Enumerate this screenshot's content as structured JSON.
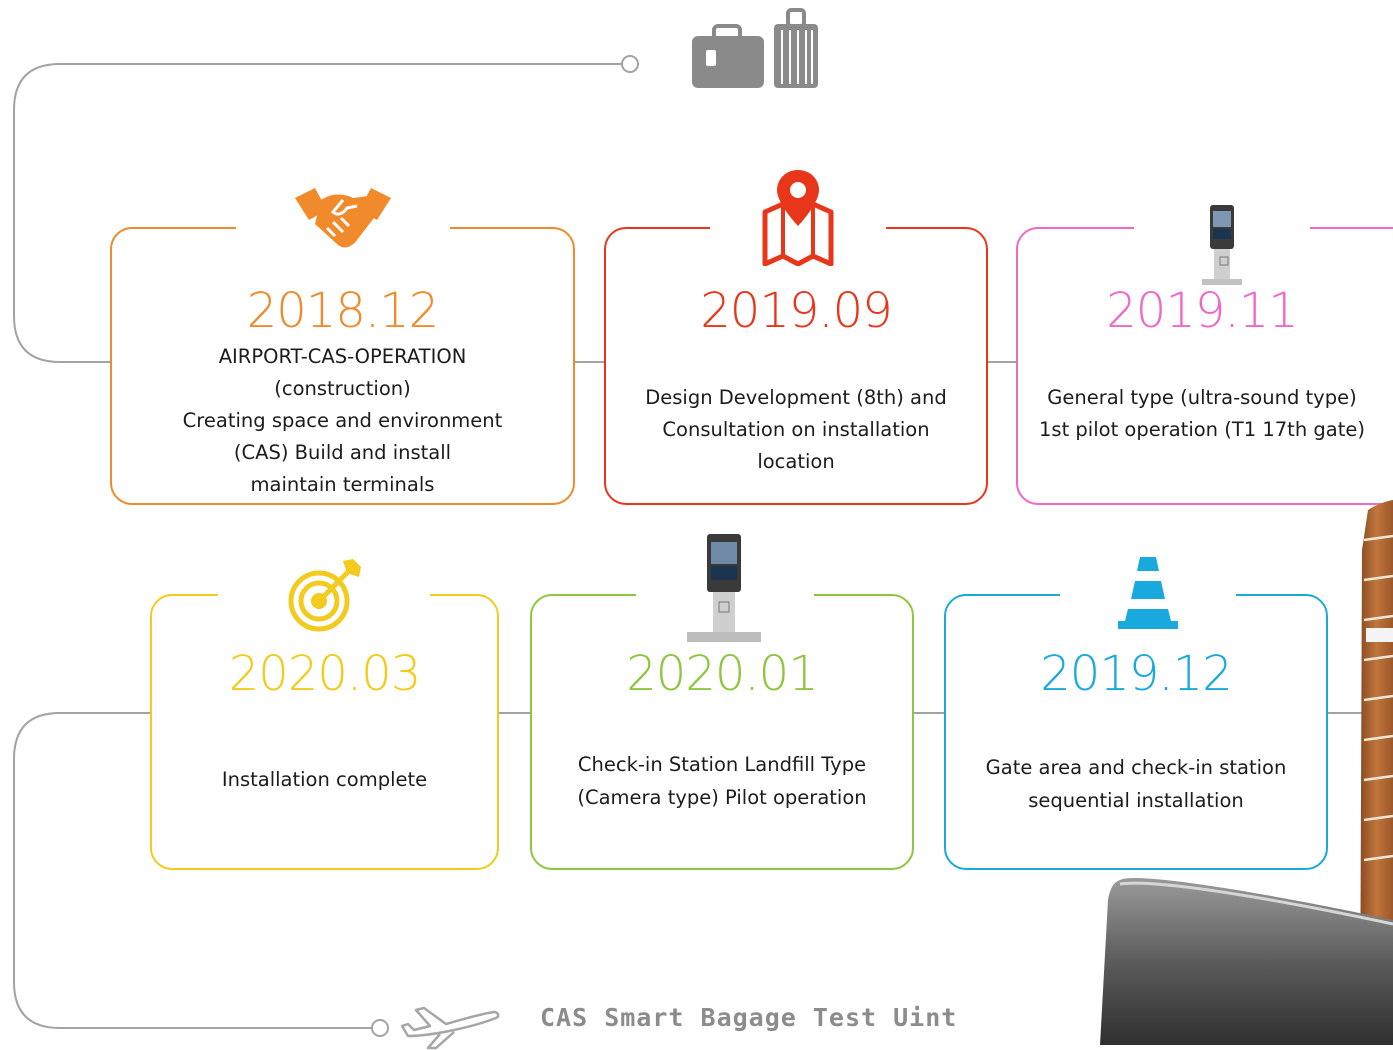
{
  "footer": {
    "title": "CAS Smart Bagage Test Uint"
  },
  "colors": {
    "line": "#9b9b9b",
    "orange": "#f08a2a",
    "red": "#e8361b",
    "pink": "#f067c6",
    "yellow": "#f2cb1e",
    "green": "#8dc63f",
    "blue": "#1aa9dc"
  },
  "milestones": [
    {
      "year": "2018.12",
      "icon": "handshake-icon",
      "lines": [
        "AIRPORT-CAS-OPERATION",
        "(construction)",
        "Creating space and environment",
        "(CAS) Build and install",
        "maintain terminals"
      ]
    },
    {
      "year": "2019.09",
      "icon": "map-pin-icon",
      "lines": [
        "Design Development (8th) and",
        "Consultation on installation",
        "location"
      ]
    },
    {
      "year": "2019.11",
      "icon": "kiosk-icon",
      "lines": [
        "General type (ultra-sound type)",
        "1st pilot operation (T1 17th gate)"
      ]
    },
    {
      "year": "2020.03",
      "icon": "target-icon",
      "lines": [
        "Installation complete"
      ]
    },
    {
      "year": "2020.01",
      "icon": "kiosk-icon",
      "lines": [
        "Check-in Station Landfill Type",
        "(Camera type) Pilot operation"
      ]
    },
    {
      "year": "2019.12",
      "icon": "traffic-cone-icon",
      "lines": [
        "Gate area and check-in station",
        "sequential installation"
      ]
    }
  ]
}
